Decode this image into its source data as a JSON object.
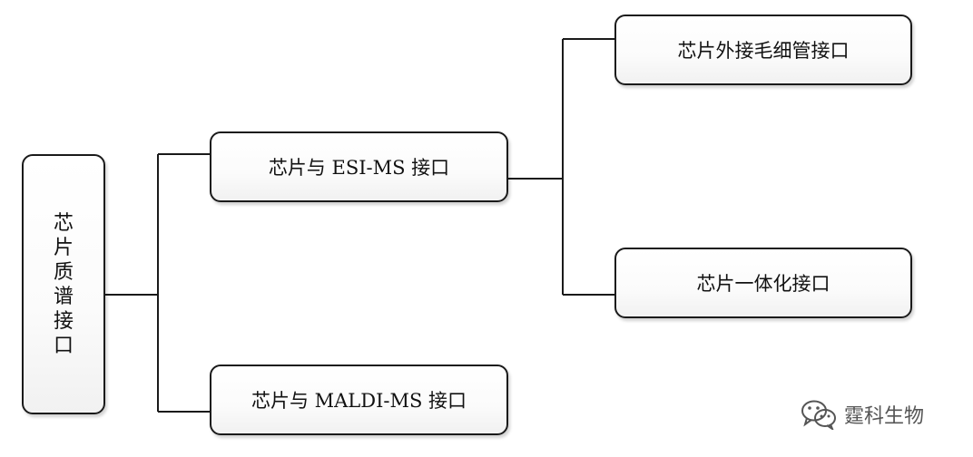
{
  "diagram": {
    "root": {
      "label": "芯片质谱接口",
      "chars": [
        "芯",
        "片",
        "质",
        "谱",
        "接",
        "口"
      ]
    },
    "esi": {
      "label": "芯片与 ESI-MS 接口"
    },
    "maldi": {
      "label": "芯片与 MALDI-MS 接口"
    },
    "capillary": {
      "label": "芯片外接毛细管接口"
    },
    "integrated": {
      "label": "芯片一体化接口"
    }
  },
  "watermark": {
    "icon": "wechat-icon",
    "text": "霆科生物"
  },
  "colors": {
    "line": "#1a1a1a",
    "border": "#1a1a1a",
    "watermark": "#555555"
  }
}
